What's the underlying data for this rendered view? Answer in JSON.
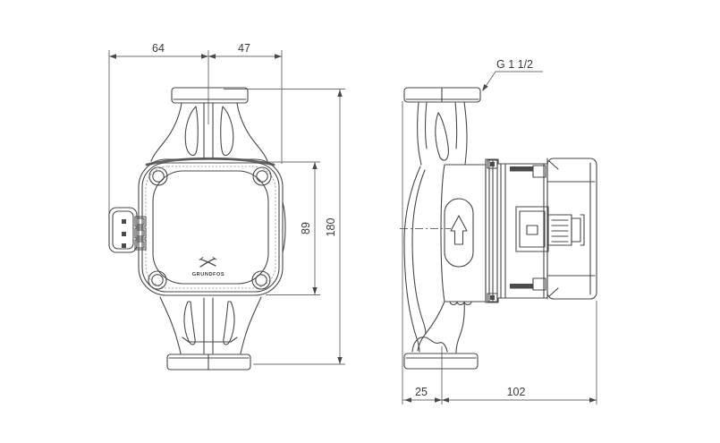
{
  "drawing": {
    "brand": "GRUNDFOS",
    "thread_label": "G 1 1/2",
    "dims": {
      "front_width_left": "64",
      "front_width_right": "47",
      "pump_head_height": "89",
      "overall_height": "180",
      "base_to_axis": "25",
      "axis_to_box_rear": "102"
    },
    "icons": {
      "flow_direction": "up-arrow-icon",
      "brand_mark": "grundfos-x-icon"
    },
    "colors": {
      "line": "#48484a",
      "dim": "#6f6f71",
      "text": "#3a3a3c",
      "dark": "#4a4a4c",
      "bg": "#ffffff"
    }
  }
}
